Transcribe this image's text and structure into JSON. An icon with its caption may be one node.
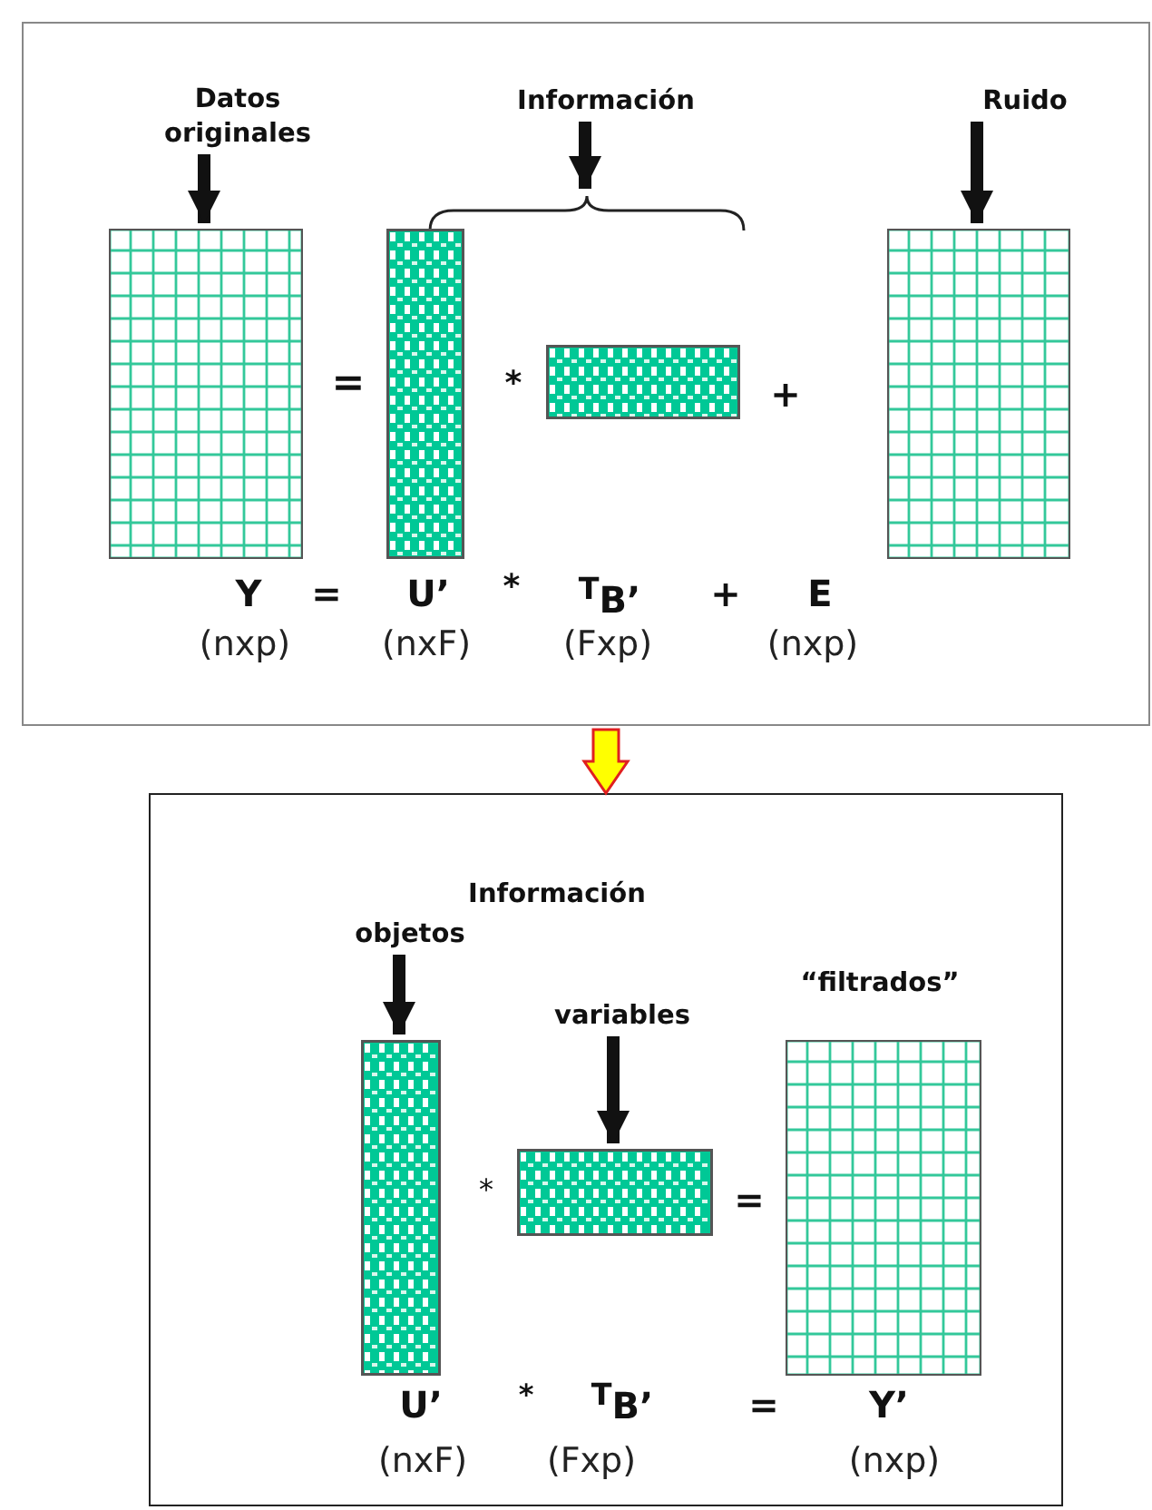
{
  "diagram": {
    "nodes": [
      {
        "text": [],
        "shape": "box"
      },
      {
        "text": [
          "Datos originales"
        ],
        "in": 0
      },
      {
        "text": [
          "Información"
        ],
        "in": 0
      },
      {
        "text": [
          "Ruido"
        ],
        "in": 0
      },
      {
        "text": [],
        "shape": "brace",
        "in": 0
      },
      {
        "text": [],
        "shape": "box",
        "in": 0
      },
      {
        "text": [],
        "shape": "box",
        "in": 0
      },
      {
        "text": [],
        "shape": "box",
        "in": 0
      },
      {
        "text": [],
        "shape": "box",
        "in": 0
      },
      {
        "text": [],
        "shape": "box"
      },
      {
        "text": [
          "objetos"
        ],
        "in": 9
      },
      {
        "text": [
          "variables"
        ],
        "in": 9
      },
      {
        "text": [],
        "shape": "box",
        "in": 9
      },
      {
        "text": [],
        "shape": "box",
        "in": 9
      },
      {
        "text": [],
        "shape": "box",
        "in": 9
      }
    ],
    "edges": [
      {
        "from": 1,
        "to": 5,
        "arrow": "to"
      },
      {
        "from": 2,
        "to": 4,
        "arrow": "to"
      },
      {
        "from": 3,
        "to": 8,
        "arrow": "to"
      },
      {
        "from": 0,
        "to": 9,
        "arrow": "to",
        "style": "thick",
        "color": "#ffff00"
      },
      {
        "from": 10,
        "to": 12,
        "arrow": "to"
      },
      {
        "from": 11,
        "to": 13,
        "arrow": "to"
      }
    ],
    "labels": [
      "=",
      "*",
      "+",
      "Y",
      "=",
      "U’",
      "*",
      "$^{T}$B’",
      "+",
      "E",
      "(nxp)",
      "(nxF)",
      "(Fxp)",
      "(nxp)",
      "Información",
      "“filtrados”",
      "*",
      "=",
      "U’",
      "*",
      "$^{T}$B’",
      "=",
      "Y’",
      "(nxF)",
      "(Fxp)",
      "(nxp)"
    ]
  }
}
